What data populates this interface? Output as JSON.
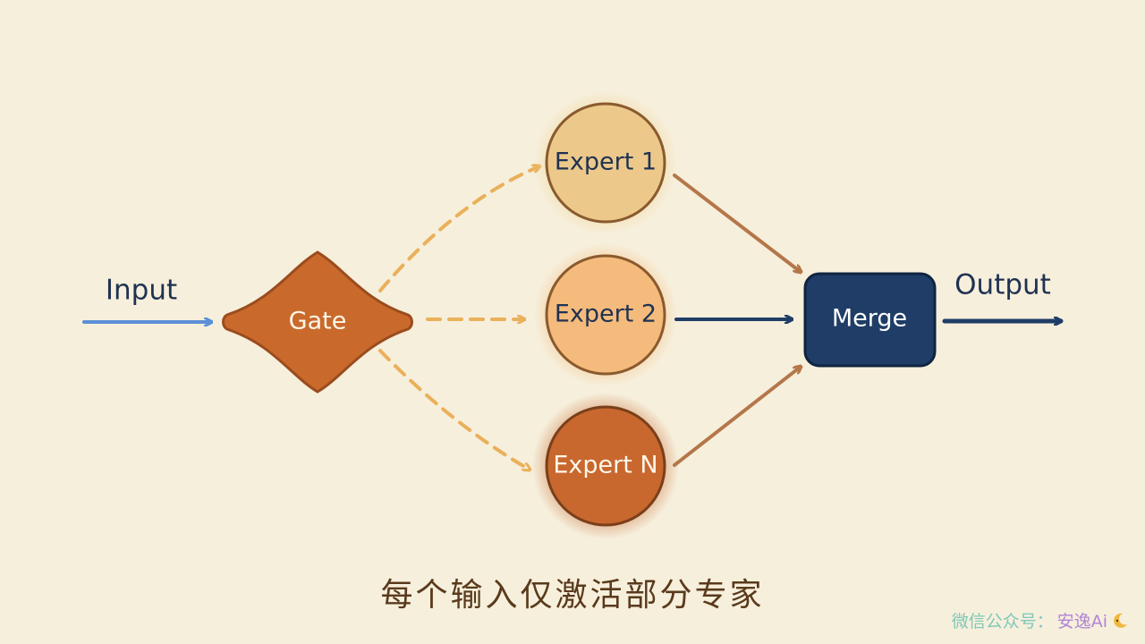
{
  "diagram": {
    "input_label": "Input",
    "output_label": "Output",
    "gate_label": "Gate",
    "merge_label": "Merge",
    "experts": [
      {
        "label": "Expert 1",
        "fill": "#ecc98a",
        "stroke": "#8a5a2e"
      },
      {
        "label": "Expert 2",
        "fill": "#f5bb7c",
        "stroke": "#8a5a2e"
      },
      {
        "label": "Expert N",
        "fill": "#c8682f",
        "stroke": "#7a3f1a"
      }
    ],
    "caption": "每个输入仅激活部分专家"
  },
  "watermark": {
    "left_text": "微信公众号：",
    "right_text": "安逸Ai"
  },
  "colors": {
    "background": "#f6efdc",
    "input_arrow": "#5b8fd6",
    "gate": "#c96a2c",
    "dashed_arrow": "#eab05a",
    "expert_to_merge": "#b5764a",
    "merge": "#1f3d66",
    "output_arrow": "#1f3d66",
    "text_dark": "#1f3252"
  }
}
